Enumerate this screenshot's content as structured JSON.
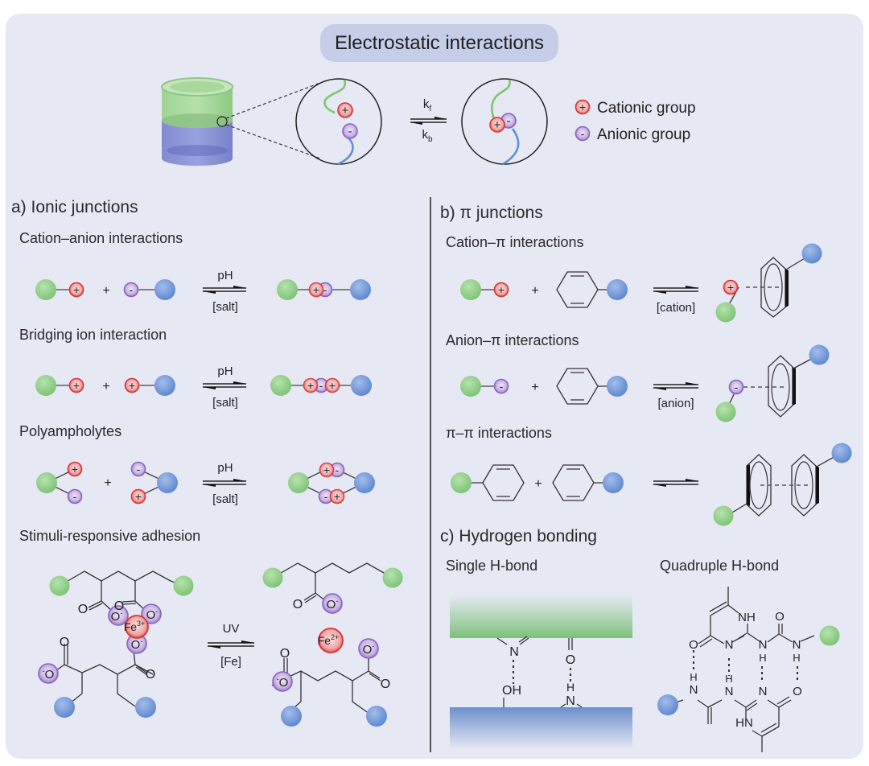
{
  "title": "Electrostatic interactions",
  "colors": {
    "background": "#e6e8f4",
    "title_pill": "#c5cde8",
    "green_bead": "#8fcf86",
    "blue_bead": "#6f97d8",
    "cation": "#e25050",
    "anion": "#9a7ac8",
    "text": "#222222"
  },
  "header": {
    "rate_forward": "k",
    "rate_forward_sub": "f",
    "rate_backward": "k",
    "rate_backward_sub": "b",
    "legend": [
      {
        "symbol": "+",
        "label": "Cationic group"
      },
      {
        "symbol": "-",
        "label": "Anionic group"
      }
    ]
  },
  "section_a": {
    "title": "a) Ionic junctions",
    "rows": [
      {
        "label": "Cation–anion interactions",
        "arrow_top": "pH",
        "arrow_bottom": "[salt]"
      },
      {
        "label": "Bridging ion interaction",
        "arrow_top": "pH",
        "arrow_bottom": "[salt]"
      },
      {
        "label": "Polyampholytes",
        "arrow_top": "pH",
        "arrow_bottom": "[salt]"
      },
      {
        "label": "Stimuli-responsive adhesion",
        "arrow_top": "UV",
        "arrow_bottom": "[Fe]"
      }
    ],
    "plus": "+",
    "adhesion": {
      "ion_left": "Fe",
      "ion_left_charge": "3+",
      "ion_right": "Fe",
      "ion_right_charge": "2+",
      "oxygen": "O",
      "oxide": "O",
      "oxide_charge": "-"
    }
  },
  "section_b": {
    "title": "b) π junctions",
    "rows": [
      {
        "label": "Cation–π interactions",
        "arrow_bottom": "[cation]"
      },
      {
        "label": "Anion–π interactions",
        "arrow_bottom": "[anion]"
      },
      {
        "label": "π–π interactions",
        "arrow_bottom": ""
      }
    ],
    "plus": "+"
  },
  "section_c": {
    "title": "c) Hydrogen bonding",
    "single_label": "Single H-bond",
    "quad_label": "Quadruple H-bond",
    "single_atoms": {
      "n": "N",
      "o": "O",
      "oh": "OH",
      "h": "H",
      "nh": "N"
    },
    "quad_atoms": {
      "nh": "NH",
      "hn": "HN",
      "n": "N",
      "h": "H",
      "o": "O"
    }
  }
}
